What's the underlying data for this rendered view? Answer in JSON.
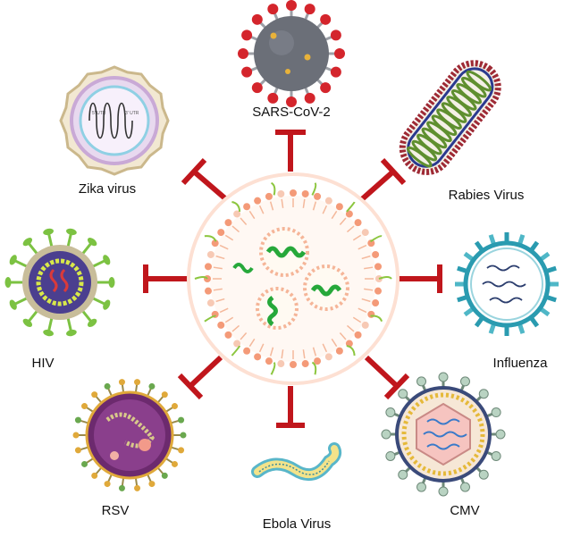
{
  "labels": {
    "sars": "SARS-CoV-2",
    "zika": "Zika virus",
    "rabies": "Rabies Virus",
    "hiv": "HIV",
    "influenza": "Influenza",
    "rsv": "RSV",
    "ebola": "Ebola Virus",
    "cmv": "CMV"
  },
  "colors": {
    "inhibitor": "#c0161c",
    "center_ring": "#fde7de",
    "sars_body": "#6b6f78",
    "sars_spike": "#d4252c",
    "zika_shell": "#d9c9a3",
    "rabies_body": "#5f8f2f",
    "hiv_body": "#4b3f8f",
    "flu_body": "#2a9bb0",
    "rsv_body": "#6c2a6e",
    "ebola_body": "#59b6c9",
    "cmv_body": "#3a4a7a"
  },
  "icons": [
    "sars-cov-2-icon",
    "zika-virus-icon",
    "rabies-virus-icon",
    "hiv-icon",
    "influenza-icon",
    "rsv-icon",
    "ebola-virus-icon",
    "cmv-icon",
    "lipid-nanoparticle-icon"
  ]
}
